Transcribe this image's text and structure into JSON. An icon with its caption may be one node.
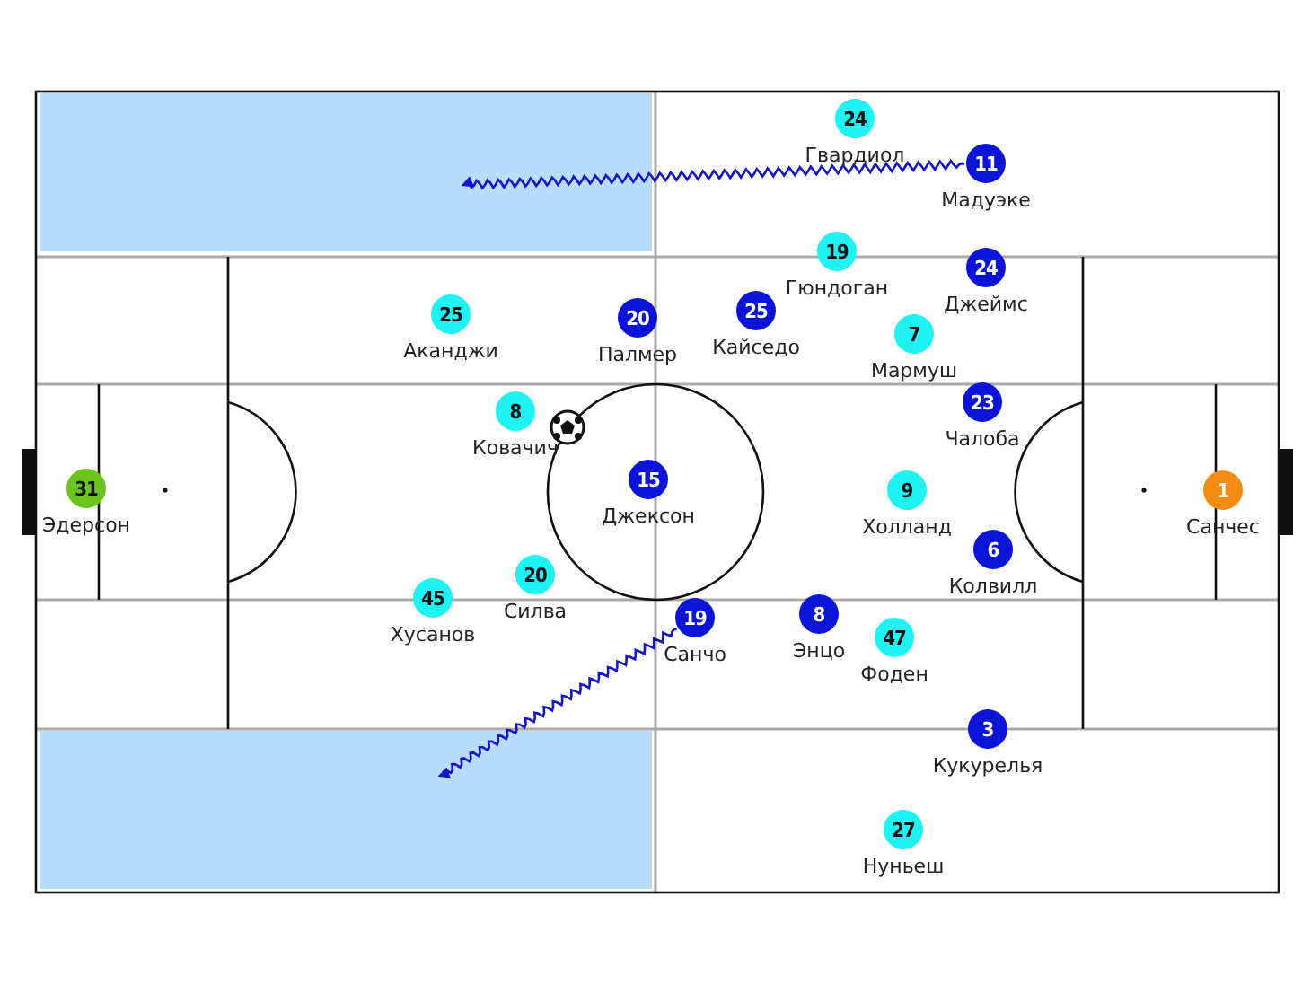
{
  "diagram": {
    "nodes": [
      {
        "text": [
          "24"
        ],
        "beside": [
          "Гвардиол"
        ]
      },
      {
        "text": [
          "11"
        ],
        "beside": [
          "Мадуэке"
        ]
      },
      {
        "text": [
          "19"
        ],
        "beside": [
          "Гюндоган"
        ]
      },
      {
        "text": [
          "24"
        ],
        "beside": [
          "Джеймс"
        ]
      },
      {
        "text": [
          "25"
        ],
        "beside": [
          "Аканджи"
        ]
      },
      {
        "text": [
          "20"
        ],
        "beside": [
          "Палмер"
        ]
      },
      {
        "text": [
          "25"
        ],
        "beside": [
          "Кайседо"
        ]
      },
      {
        "text": [
          "7"
        ],
        "beside": [
          "Мармуш"
        ]
      },
      {
        "text": [
          "23"
        ],
        "beside": [
          "Чалоба"
        ]
      },
      {
        "text": [
          "8"
        ],
        "beside": [
          "Ковачич"
        ]
      },
      {
        "text": [
          "15"
        ],
        "beside": [
          "Джексон"
        ]
      },
      {
        "text": [
          "31"
        ],
        "beside": [
          "Эдерсон"
        ]
      },
      {
        "text": [
          "9"
        ],
        "beside": [
          "Холланд"
        ]
      },
      {
        "text": [
          "1"
        ],
        "beside": [
          "Санчес"
        ]
      },
      {
        "text": [
          "6"
        ],
        "beside": [
          "Колвилл"
        ]
      },
      {
        "text": [
          "20"
        ],
        "beside": [
          "Силва"
        ]
      },
      {
        "text": [
          "45"
        ],
        "beside": [
          "Хусанов"
        ]
      },
      {
        "text": [
          "19"
        ],
        "beside": [
          "Санчо"
        ]
      },
      {
        "text": [
          "8"
        ],
        "beside": [
          "Энцо"
        ]
      },
      {
        "text": [
          "47"
        ],
        "beside": [
          "Фоден"
        ]
      },
      {
        "text": [
          "3"
        ],
        "beside": [
          "Кукурелья"
        ]
      },
      {
        "text": [
          "27"
        ],
        "beside": [
          "Нуньеш"
        ]
      }
    ],
    "edges": [
      {
        "from": 1,
        "to": null,
        "arrow": "to"
      },
      {
        "from": 17,
        "to": null,
        "arrow": "to"
      }
    ]
  }
}
